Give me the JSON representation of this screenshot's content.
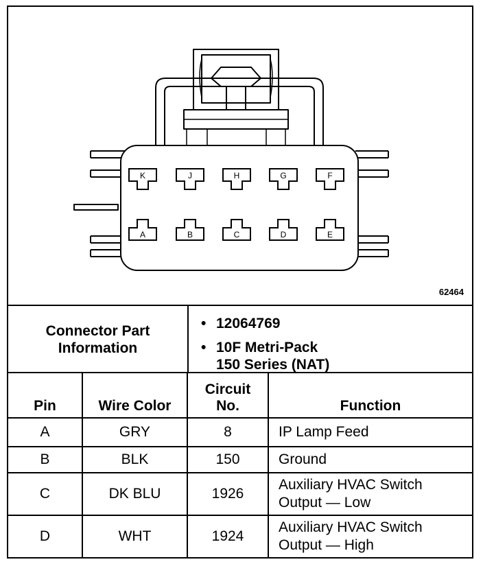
{
  "figure": {
    "id": "62464",
    "top_row_pins": [
      "K",
      "J",
      "H",
      "G",
      "F"
    ],
    "bottom_row_pins": [
      "A",
      "B",
      "C",
      "D",
      "E"
    ]
  },
  "connector_info": {
    "title_line1": "Connector Part",
    "title_line2": "Information",
    "part_number": "12064769",
    "description_line1": "10F Metri-Pack",
    "description_line2": "150 Series (NAT)",
    "bullet": "•"
  },
  "table": {
    "headers": {
      "pin": "Pin",
      "wire_color": "Wire Color",
      "circuit_line1": "Circuit",
      "circuit_line2": "No.",
      "function": "Function"
    },
    "rows": [
      {
        "pin": "A",
        "wire_color": "GRY",
        "circuit": "8",
        "function_line1": "IP Lamp Feed",
        "function_line2": ""
      },
      {
        "pin": "B",
        "wire_color": "BLK",
        "circuit": "150",
        "function_line1": "Ground",
        "function_line2": ""
      },
      {
        "pin": "C",
        "wire_color": "DK BLU",
        "circuit": "1926",
        "function_line1": "Auxiliary HVAC Switch",
        "function_line2": "Output — Low"
      },
      {
        "pin": "D",
        "wire_color": "WHT",
        "circuit": "1924",
        "function_line1": "Auxiliary HVAC Switch",
        "function_line2": "Output — High"
      }
    ]
  }
}
